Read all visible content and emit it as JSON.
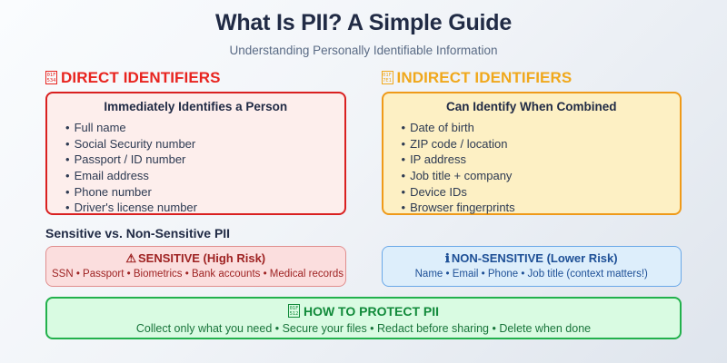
{
  "header": {
    "title": "What Is PII? A Simple Guide",
    "subtitle": "Understanding Personally Identifiable Information"
  },
  "colors": {
    "direct_accent": "#e8241f",
    "indirect_accent": "#f0a81c",
    "sensitive_accent": "#9e2222",
    "nonsensitive_accent": "#1d4f96",
    "protect_accent": "#118a3a",
    "title": "#212b45",
    "subtitle": "#5a6b85",
    "background_from": "#fafcfe",
    "background_to": "#dfe5ed"
  },
  "columns": {
    "direct": {
      "icon_name": "red-circle-icon",
      "icon_codepoint_top": "01F",
      "icon_codepoint_bottom": "534",
      "heading": "DIRECT IDENTIFIERS",
      "card_title": "Immediately Identifies a Person",
      "items": [
        "Full name",
        "Social Security number",
        "Passport / ID number",
        "Email address",
        "Phone number",
        "Driver's license number"
      ]
    },
    "indirect": {
      "icon_name": "yellow-circle-icon",
      "icon_codepoint_top": "01F",
      "icon_codepoint_bottom": "7E1",
      "heading": "INDIRECT IDENTIFIERS",
      "card_title": "Can Identify When Combined",
      "items": [
        "Date of birth",
        "ZIP code / location",
        "IP address",
        "Job title + company",
        "Device IDs",
        "Browser fingerprints"
      ]
    }
  },
  "comparison": {
    "section_heading": "Sensitive vs. Non-Sensitive PII",
    "sensitive": {
      "glyph": "⚠",
      "title": "SENSITIVE (High Risk)",
      "items": "SSN • Passport • Biometrics • Bank accounts • Medical records"
    },
    "nonsensitive": {
      "glyph": "ℹ",
      "title": "NON-SENSITIVE (Lower Risk)",
      "items": "Name • Email • Phone • Job title (context matters!)"
    }
  },
  "protect": {
    "icon_name": "lock-icon",
    "icon_codepoint_top": "01F",
    "icon_codepoint_bottom": "512",
    "title": "HOW TO PROTECT PII",
    "steps": "Collect only what you need • Secure your files • Redact before sharing • Delete when done"
  }
}
